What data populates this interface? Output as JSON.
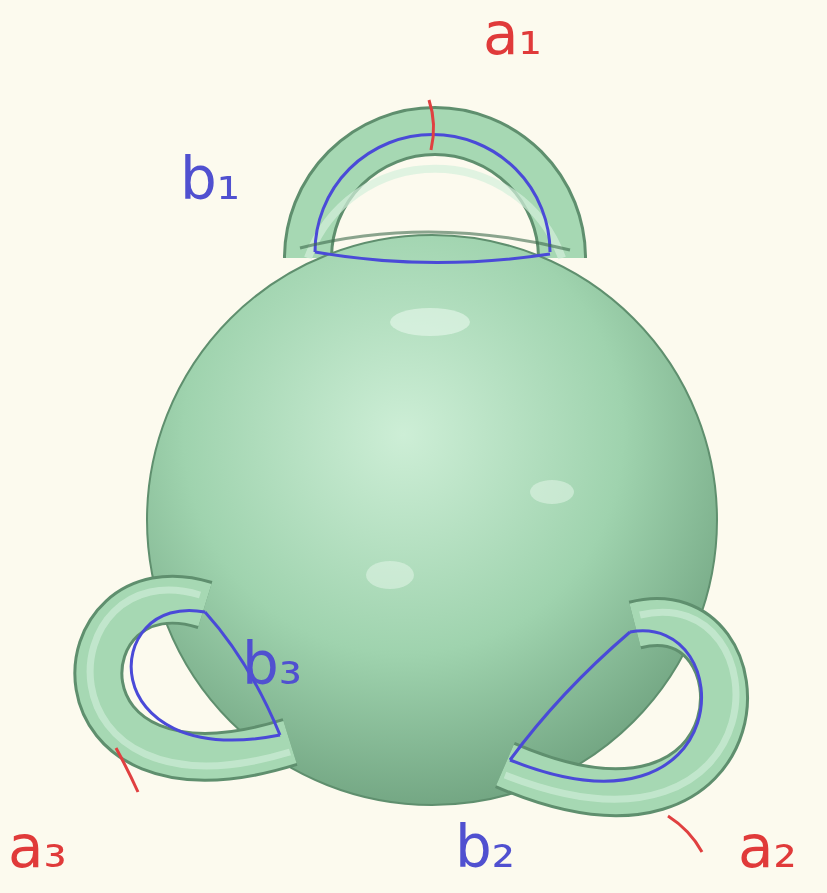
{
  "diagram": {
    "labels": [
      "a₁",
      "b₁",
      "b₃",
      "a₃",
      "b₂",
      "a₂"
    ]
  }
}
